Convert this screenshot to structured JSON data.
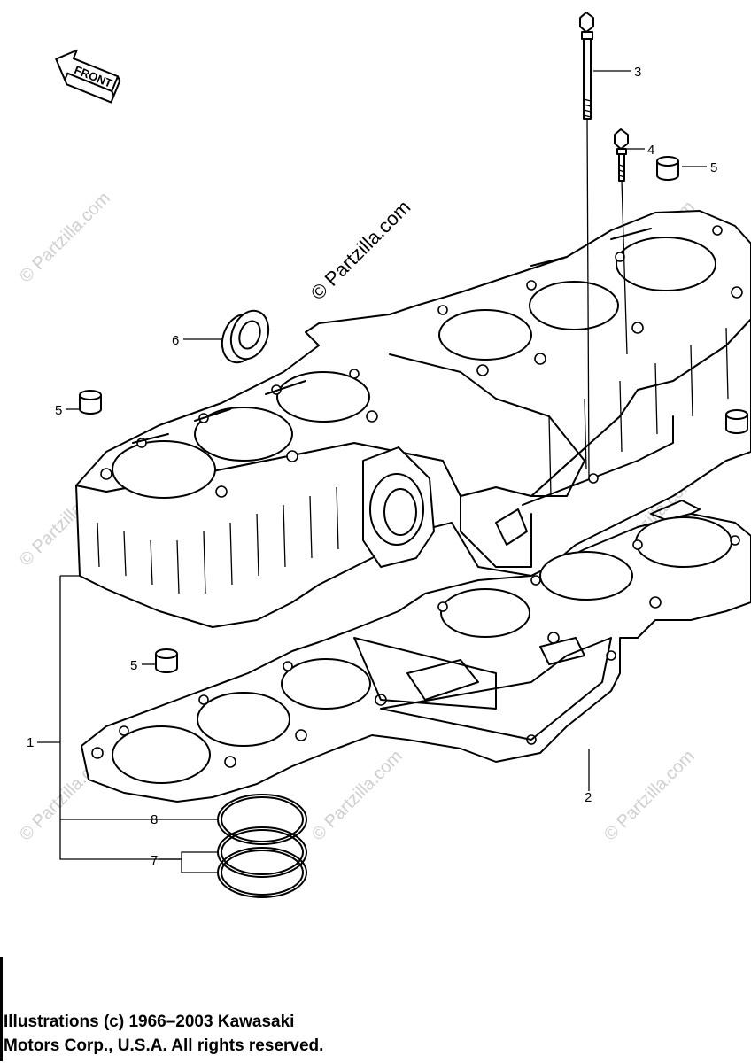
{
  "front_arrow": {
    "label": "FRONT",
    "icon": "front-arrow-icon"
  },
  "watermark": {
    "text": "© Partzilla.com"
  },
  "callouts": {
    "c1": "1",
    "c2": "2",
    "c3": "3",
    "c4": "4",
    "c5": "5",
    "c6": "6",
    "c7": "7",
    "c8": "8"
  },
  "copyright": {
    "line1": "Illustrations (c) 1966–2003 Kawasaki",
    "line2": "Motors Corp., U.S.A.  All rights reserved."
  }
}
